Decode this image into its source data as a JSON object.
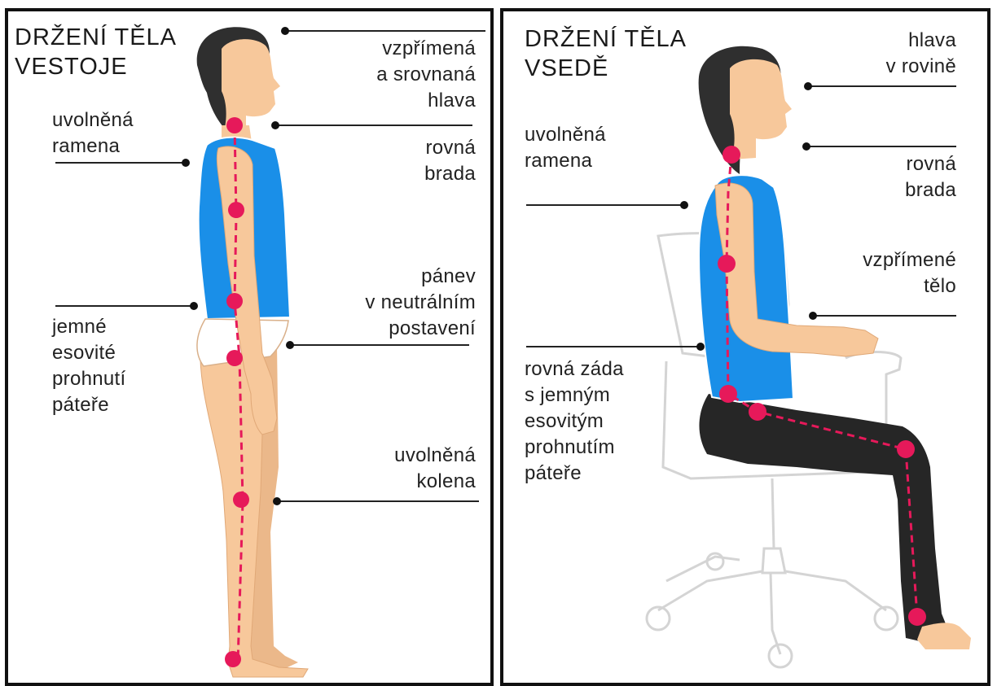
{
  "colors": {
    "skin": "#f7c89b",
    "skin_line": "#e0a877",
    "hair": "#2f2f2f",
    "top": "#1a8fe8",
    "pants": "#262626",
    "marker": "#e6195a",
    "line": "#222222"
  },
  "left": {
    "title": "DRŽENÍ TĚLA\nVESTOJE",
    "labels": {
      "head": "vzpřímená\na srovnaná\nhlava",
      "shoulders": "uvolněná\nramena",
      "chin": "rovná\nbrada",
      "pelvis": "pánev\nv neutrálním\npostavení",
      "spine": "jemné\nesovité\nprohnutí\npáteře",
      "knees": "uvolněná\nkolena"
    }
  },
  "right": {
    "title": "DRŽENÍ TĚLA\nVSEDĚ",
    "labels": {
      "head": "hlava\nv rovině",
      "shoulders": "uvolněná\nramena",
      "chin": "rovná\nbrada",
      "body": "vzpřímené\ntělo",
      "back": "rovná záda\ns jemným\nesovitým\nprohnutím\npáteře"
    }
  }
}
